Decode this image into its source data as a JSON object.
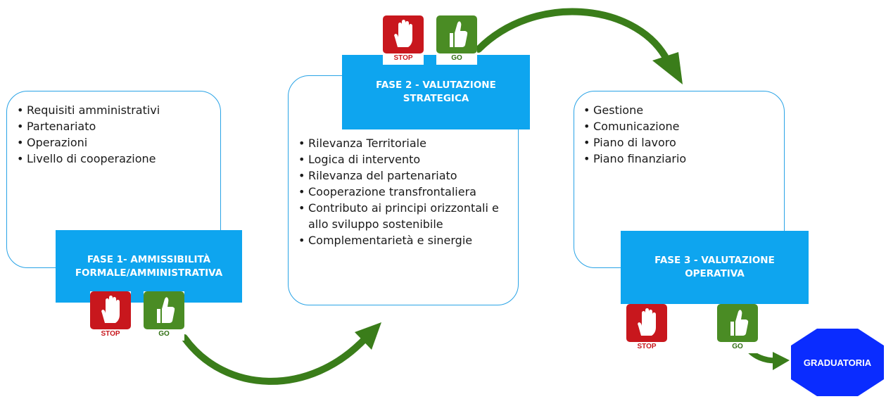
{
  "phases": [
    {
      "title": "FASE 1- AMMISSIBILITÀ\nFORMALE/AMMINISTRATIVA",
      "items": [
        "Requisiti amministrativi",
        "Partenariato",
        "Operazioni",
        "Livello di cooperazione"
      ]
    },
    {
      "title": "FASE 2 -  VALUTAZIONE\nSTRATEGICA",
      "items": [
        "Rilevanza Territoriale",
        "Logica di intervento",
        "Rilevanza del partenariato",
        "Cooperazione transfrontaliera",
        "Contributo ai principi orizzontali e allo sviluppo sostenibile",
        "Complementarietà e sinergie"
      ]
    },
    {
      "title": "FASE 3 - VALUTAZIONE\nOPERATIVA",
      "items": [
        "Gestione",
        "Comunicazione",
        "Piano di lavoro",
        "Piano finanziario"
      ]
    }
  ],
  "signs": {
    "stop": "STOP",
    "go": "GO"
  },
  "result": "GRADUATORIA",
  "colors": {
    "frame": "#29a3e6",
    "phase": "#0ea5ef",
    "arrow": "#3a7d1a",
    "stop": "#c8171d",
    "go": "#4a8c24",
    "result": "#0a2cff"
  },
  "icons": {
    "stop": "open-hand-icon",
    "go": "thumbs-up-icon"
  }
}
